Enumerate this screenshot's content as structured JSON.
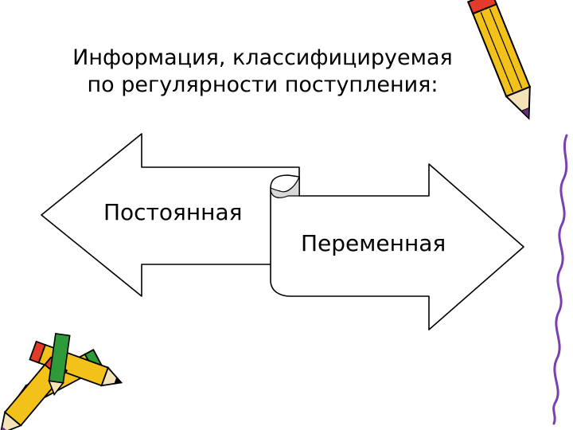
{
  "title": {
    "line1": "Информация, классифицируемая",
    "line2": "по регулярности поступления:"
  },
  "diagram": {
    "left_arrow_label": "Постоянная",
    "right_arrow_label": "Переменная"
  },
  "decorations": {
    "top_right": "pencil-icon",
    "bottom_left": "pencils-icon",
    "right_edge": "squiggle-line",
    "colors": {
      "pencil_body": "#f2c21a",
      "pencil_eraser": "#e23b2a",
      "pencil_tip": "#6b2a8a",
      "pencil_cap": "#2e9a3a",
      "squiggle": "#7a3fb0"
    }
  }
}
